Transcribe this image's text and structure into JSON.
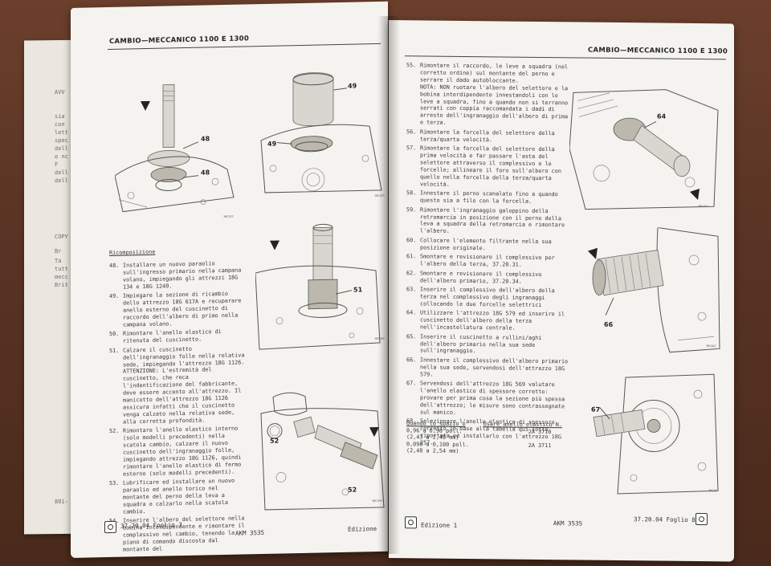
{
  "left_page": {
    "header": "CAMBIO—MECCANICO 1100 E 1300",
    "figures": [
      {
        "labels": [
          "48",
          "48"
        ],
        "code": "3MC203"
      },
      {
        "labels": [
          "49",
          "49"
        ],
        "code": "3MC203"
      },
      {
        "labels": [
          "51"
        ],
        "code": "3MC208"
      },
      {
        "labels": [
          "52",
          "52"
        ],
        "code": "3MC208"
      }
    ],
    "section_title": "Ricomposizione",
    "steps": [
      {
        "num": "48.",
        "text": "Installare un nuovo paraolio sull'ingresso primario nella campana volano, impiegando gli attrezzi 18G 134 e 18G 1240."
      },
      {
        "num": "49.",
        "text": "Impiegare la sezione di ricambio dello attrezzo 18G 617A e recuperare anello esterno del cuscinetto di raccordo dell'albero di primo nella campana volano."
      },
      {
        "num": "50.",
        "text": "Rimontare l'anello elastico di ritenuta del cuscinetto."
      },
      {
        "num": "51.",
        "text": "Calzare il cuscinetto dell'ingranaggio folle nella relativa sede, impiegando l'attrezzo 18G 1126.\nATTENZIONE: L'estremità del cuscinetto, che reca l'indentificazione del fabbricante, deve essere accento all'attrezzo. Il manicotto dell'attrezzo 18G 1126 assicura infatti che il cuscinetto venga calzato nella relativa sede, alla corretta profondità."
      },
      {
        "num": "52.",
        "text": "Rimontare l'anello elastico interno (solo modelli precedenti) nella scatola cambio, calzare il nuovo cuscinetto dell'ingranaggio folle, impiegando attrezzo 18G 1126, quindi rimontare l'anello elastico di fermo esterno (solo modelli precedenti)."
      },
      {
        "num": "53.",
        "text": "Lubrificare ed installare un nuovo paraolio ed anello torico nel montante del perno della leva a squadra e calzarlo nella scatola cambio."
      },
      {
        "num": "54.",
        "text": "Inserire l'albero del selettore nella bobina interdipendente e rimontare il complessivo nel cambio, tenendo la piano di comando discosta dal montante del"
      }
    ],
    "footer": {
      "ref": "37.20.04 Foglio 7",
      "code": "AKM 3535",
      "edition": "Edizione"
    }
  },
  "right_page": {
    "header": "CAMBIO—MECCANICO 1100 E 1300",
    "figures": [
      {
        "labels": [
          "64"
        ],
        "code": "3MC467"
      },
      {
        "labels": [
          "66"
        ],
        "code": "3MC002"
      },
      {
        "labels": [
          "67"
        ],
        "code": "3MC287"
      }
    ],
    "steps": [
      {
        "num": "55.",
        "text": "Rimontare il raccordo, le leve a squadra (nel corretto ordine) sul montante del perno e serrare il dado autobloccante.\nNOTA: NON ruotare l'albero del selettore e la bobina interdipendente innestandoli con le leve a squadra, fino a quando non si terranno serrati con coppia raccomandata i dadi di arresto dell'ingranaggio dell'albero di prima e terza."
      },
      {
        "num": "56.",
        "text": "Rimontare la forcella del selettore della terza/quarta velocità."
      },
      {
        "num": "57.",
        "text": "Rimontare la forcella del selettore della prima velocità e far passare l'asta del selettore attraverso il complessivo e le forcelle; allineare il foro sull'albero con quello nella forcella della terza/quarta velocità."
      },
      {
        "num": "58.",
        "text": "Innestare il perno scanalato fino a quando questo sia a filo con la forcella."
      },
      {
        "num": "59.",
        "text": "Rimontare l'ingranaggio galoppino della retromarcia in posizione con il perno della leva a squadra della retromarcia e rimontare l'albero."
      },
      {
        "num": "60.",
        "text": "Collocare l'elemento filtrante nella sua posizione originale."
      },
      {
        "num": "61.",
        "text": "Smontare e revisionare il complessivo per l'albero della terza, 37.20.31."
      },
      {
        "num": "62.",
        "text": "Smontare e revisionare il complessivo dell'albero primario, 37.20.34."
      },
      {
        "num": "63.",
        "text": "Inserire il complessivo dell'albero della terza nel complessivo degli ingranaggi collocando le due forcelle selettrici"
      },
      {
        "num": "64.",
        "text": "Utilizzare l'attrezzo 18G 579 ed inserire il cuscinetto dell'albero della terza nell'incastellatura centrale."
      },
      {
        "num": "65.",
        "text": "Inserire il cuscinetto a rullini/aghi dell'albero primario nella sua sede sull'ingranaggio."
      },
      {
        "num": "66.",
        "text": "Innestare il complessivo dell'albero primario nella sua sede, servendosi dell'attrezzo 18G 579."
      },
      {
        "num": "67.",
        "text": "Servendosi dell'attrezzo 18G 569 valutare l'anello elastico di spessore corretto: provare per prima cosa la sezione più spessa dell'attrezzo; le misure sono contrassegnate sul manico."
      },
      {
        "num": "68.",
        "text": "Selezionare l'anello elastico di spessore corretto in base alla tabella qui sotto riportata ed installarlo con l'attrezzo 18G 257."
      }
    ],
    "table": {
      "headers": [
        "Quando lo spazio è",
        "Usare anello elastico N."
      ],
      "rows": [
        {
          "a": "0,96 a 0,98 poll.",
          "b": "(2,43 a 2,48 mm)",
          "c": "2A 3710"
        },
        {
          "a": "0,098 a 0,100 poll.",
          "b": "(2,48 a 2,54 mm)",
          "c": "2A 3711"
        }
      ]
    },
    "footer": {
      "edition": "Edizione 1",
      "code": "AKM 3535",
      "ref": "37.20.04 Foglio 8"
    }
  },
  "back_page_fragments": [
    "AVV",
    "sia",
    "con",
    "lett",
    "spec",
    "dell",
    "e nc",
    "F",
    "dell",
    "dell",
    "COPY",
    "Br",
    "Ta",
    "tutt",
    "mecc",
    "Brit",
    "801-"
  ]
}
